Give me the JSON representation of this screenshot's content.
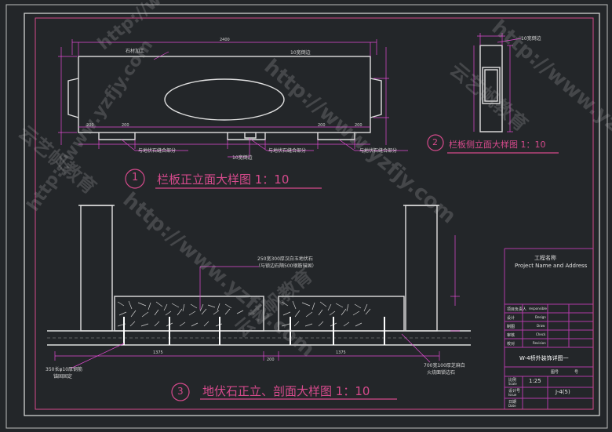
{
  "watermark": {
    "url": "http://www.yzfjy.com",
    "brand": "云艺帆教育"
  },
  "views": {
    "v1": {
      "num": "1",
      "title": "栏板正立面大样图  1：10"
    },
    "v2": {
      "num": "2",
      "title": "栏板侧立面大样图  1：10"
    },
    "v3": {
      "num": "3",
      "title": "地伏石正立、剖面大样图  1：10"
    }
  },
  "annotations": {
    "a1": "石材加工",
    "a2": "10宽倒边",
    "a3": "与地伏石缝合部分",
    "a4": "与地伏石缝合部分",
    "a5": "10宽倒边",
    "a6": "与地伏石缝合部分",
    "a7": "10宽倒边",
    "a8": "250宽300厚汉白玉地伏石",
    "a9": "（与锁边石隔500钢筋锚固）",
    "a10": "350长φ10厚钢筋",
    "a11": "锚固固定",
    "a12": "700宽100厚芝麻白",
    "a13": "火烧面锁边石"
  },
  "dims": {
    "top_total": "2400",
    "base_1": "200",
    "base_2": "200",
    "base_3": "200",
    "base_4": "200",
    "bot_1": "1375",
    "bot_2": "200",
    "bot_3": "1375"
  },
  "title_block": {
    "project_name_cn": "工程名称",
    "project_name_en": "Project Name and Address",
    "rows": [
      {
        "cn": "项目负责人",
        "en": "responsible"
      },
      {
        "cn": "设计",
        "en": "Design"
      },
      {
        "cn": "制图",
        "en": "Draw"
      },
      {
        "cn": "审核",
        "en": "Check"
      },
      {
        "cn": "校对",
        "en": "Revision"
      }
    ],
    "drawing_title": "W-4桥外装饰详图一",
    "scale_cn": "比例",
    "scale_en": "Scale",
    "scale_value": "1:25",
    "sheet_cn": "图号",
    "sheet_value": "J-4(5)",
    "issue_cn": "设计号",
    "issue_en": "Issue",
    "date_cn": "日期",
    "date_en": "Date",
    "no_cn": "图号",
    "no_value": "号"
  },
  "colors": {
    "frame": "#e0e0e0",
    "magenta": "#b03aa8",
    "dim": "#e24bd4",
    "title": "#d64a8c",
    "circle": "#d64a8c",
    "text": "#d7d7d7",
    "background": "#232629"
  }
}
